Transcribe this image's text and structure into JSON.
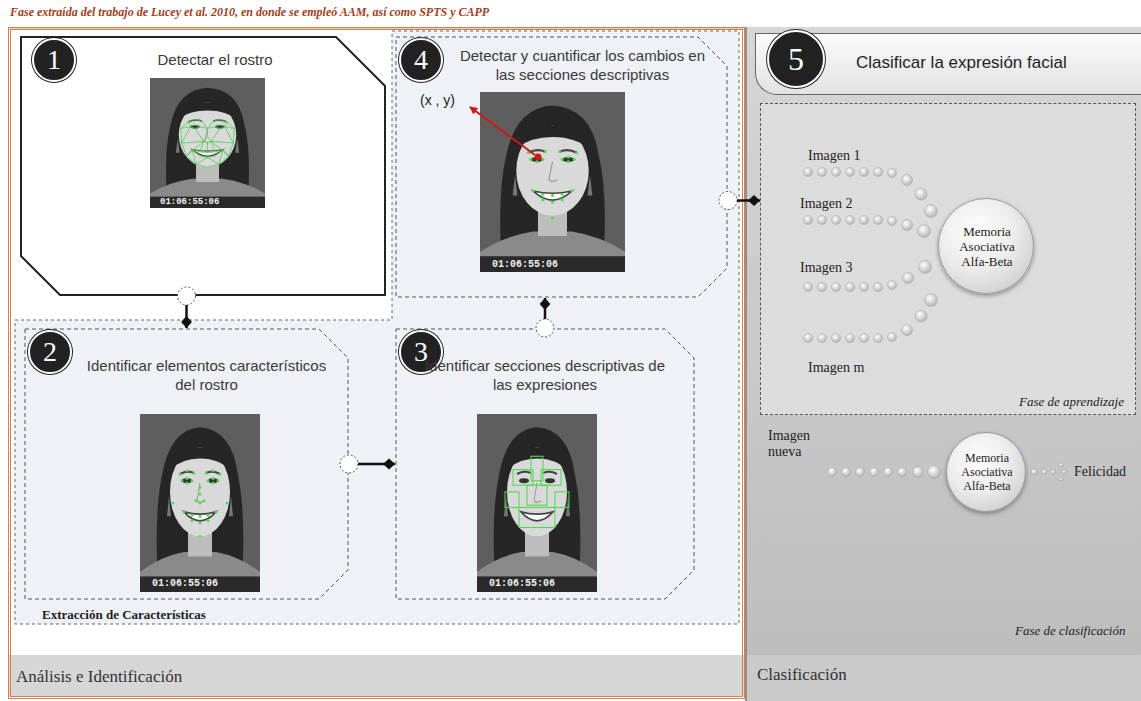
{
  "diagram": {
    "title": "Fase extraída del trabajo de Lucey et al. 2010, en donde se empleó AAM, así como SPTS y CAPP",
    "nodes": [
      {
        "text": [
          "Análisis e Identificación"
        ]
      },
      {
        "text": [
          "1",
          "Detectar el rostro"
        ],
        "in": 0
      },
      {
        "text": [
          "Extracción de Características"
        ],
        "in": 0
      },
      {
        "text": [
          "2",
          "Identificar elementos característicos del rostro"
        ],
        "in": 2
      },
      {
        "text": [
          "3",
          "Identificar secciones descriptivas de las expresiones"
        ],
        "in": 2
      },
      {
        "text": [
          "4",
          "Detectar y cuantificar los cambios en las secciones descriptivas"
        ],
        "in": 2
      },
      {
        "text": [
          "Clasificación"
        ]
      },
      {
        "text": [
          "5",
          "Clasificar la expresión facial"
        ],
        "in": 6
      },
      {
        "text": [
          "Fase de aprendizaje"
        ],
        "in": 6
      },
      {
        "text": [
          "Memoria Asociativa Alfa-Beta"
        ],
        "in": 8
      },
      {
        "text": [
          "Fase de clasificación"
        ],
        "in": 6
      },
      {
        "text": [
          "Memoria Asociativa Alfa-Beta"
        ],
        "in": 10
      }
    ],
    "edges": [
      {
        "from": 1,
        "to": 3,
        "arrow": "to"
      },
      {
        "from": 3,
        "to": 4,
        "arrow": "to"
      },
      {
        "from": 4,
        "to": 5,
        "arrow": "to"
      },
      {
        "from": 5,
        "to": 8,
        "arrow": "to"
      }
    ],
    "labels": [
      "(x , y)",
      "01:06:55:06",
      "01:06:55:06",
      "01:06:55:06",
      "01:06:55:06",
      "Imagen 1",
      "Imagen 2",
      "Imagen 3",
      "Imagen m",
      "Imagen nueva",
      "Felicidad"
    ]
  }
}
